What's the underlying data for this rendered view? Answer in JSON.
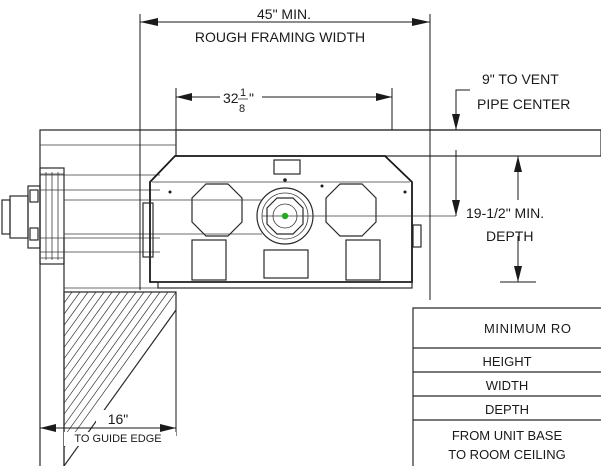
{
  "dimensions": {
    "framing_min": "45\" MIN.",
    "framing_label": "ROUGH FRAMING WIDTH",
    "width_whole": "32",
    "width_num": "1",
    "width_den": "8",
    "width_unit": "\"",
    "vent_line1": "9\" TO VENT",
    "vent_line2": "PIPE CENTER",
    "depth_line1": "19-1/2\" MIN.",
    "depth_line2": "DEPTH",
    "guide_value": "16\"",
    "guide_label": "TO GUIDE EDGE"
  },
  "table": {
    "header": "MINIMUM RO",
    "rows": [
      "HEIGHT",
      "WIDTH",
      "DEPTH",
      "FROM UNIT BASE",
      "TO ROOM CEILING"
    ]
  },
  "marker_color": "#22aa22"
}
